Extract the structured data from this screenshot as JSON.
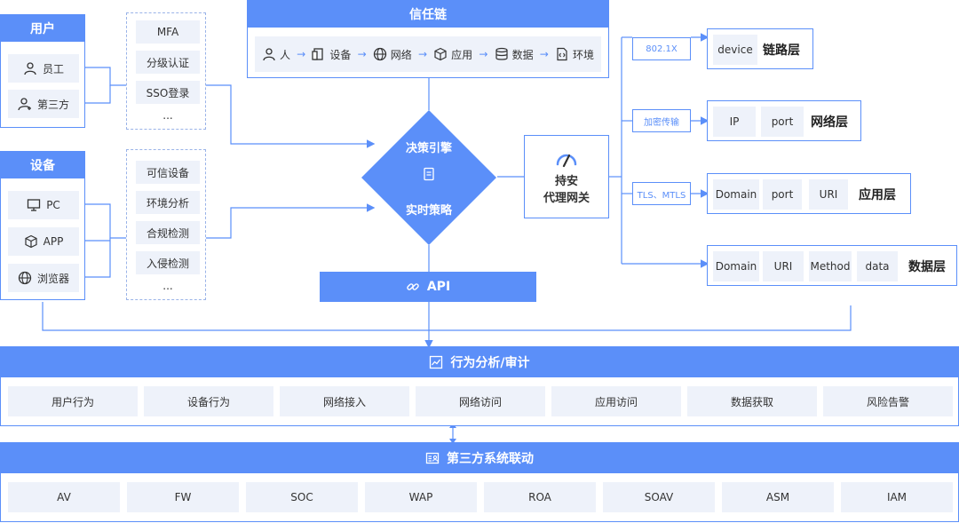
{
  "trust_chain": {
    "title": "信任链",
    "steps": [
      "人",
      "设备",
      "网络",
      "应用",
      "数据",
      "环境"
    ]
  },
  "user": {
    "title": "用户",
    "items": [
      "员工",
      "第三方"
    ],
    "auth": [
      "MFA",
      "分级认证",
      "SSO登录",
      "..."
    ]
  },
  "device": {
    "title": "设备",
    "items": [
      "PC",
      "APP",
      "浏览器"
    ],
    "checks": [
      "可信设备",
      "环境分析",
      "合规检测",
      "入侵检测",
      "..."
    ]
  },
  "engine": {
    "line1": "决策引擎",
    "line2": "实时策略"
  },
  "gateway": {
    "line1": "持安",
    "line2": "代理网关"
  },
  "api": {
    "label": "API"
  },
  "layers": [
    {
      "tag": "802.1X",
      "chips": [
        "device"
      ],
      "name": "链路层"
    },
    {
      "tag": "加密传输",
      "chips": [
        "IP",
        "port"
      ],
      "name": "网络层"
    },
    {
      "tag": "TLS、MTLS",
      "chips": [
        "Domain",
        "port",
        "URI"
      ],
      "name": "应用层"
    },
    {
      "tag": "",
      "chips": [
        "Domain",
        "URI",
        "Method",
        "data"
      ],
      "name": "数据层"
    }
  ],
  "behavior": {
    "title": "行为分析/审计",
    "items": [
      "用户行为",
      "设备行为",
      "网络接入",
      "网络访问",
      "应用访问",
      "数据获取",
      "风险告警"
    ]
  },
  "third_party": {
    "title": "第三方系统联动",
    "items": [
      "AV",
      "FW",
      "SOC",
      "WAP",
      "ROA",
      "SOAV",
      "ASM",
      "IAM"
    ]
  },
  "colors": {
    "accent": "#5b8ff9",
    "chip_bg": "#eef2fa",
    "line": "#5b8ff9"
  }
}
